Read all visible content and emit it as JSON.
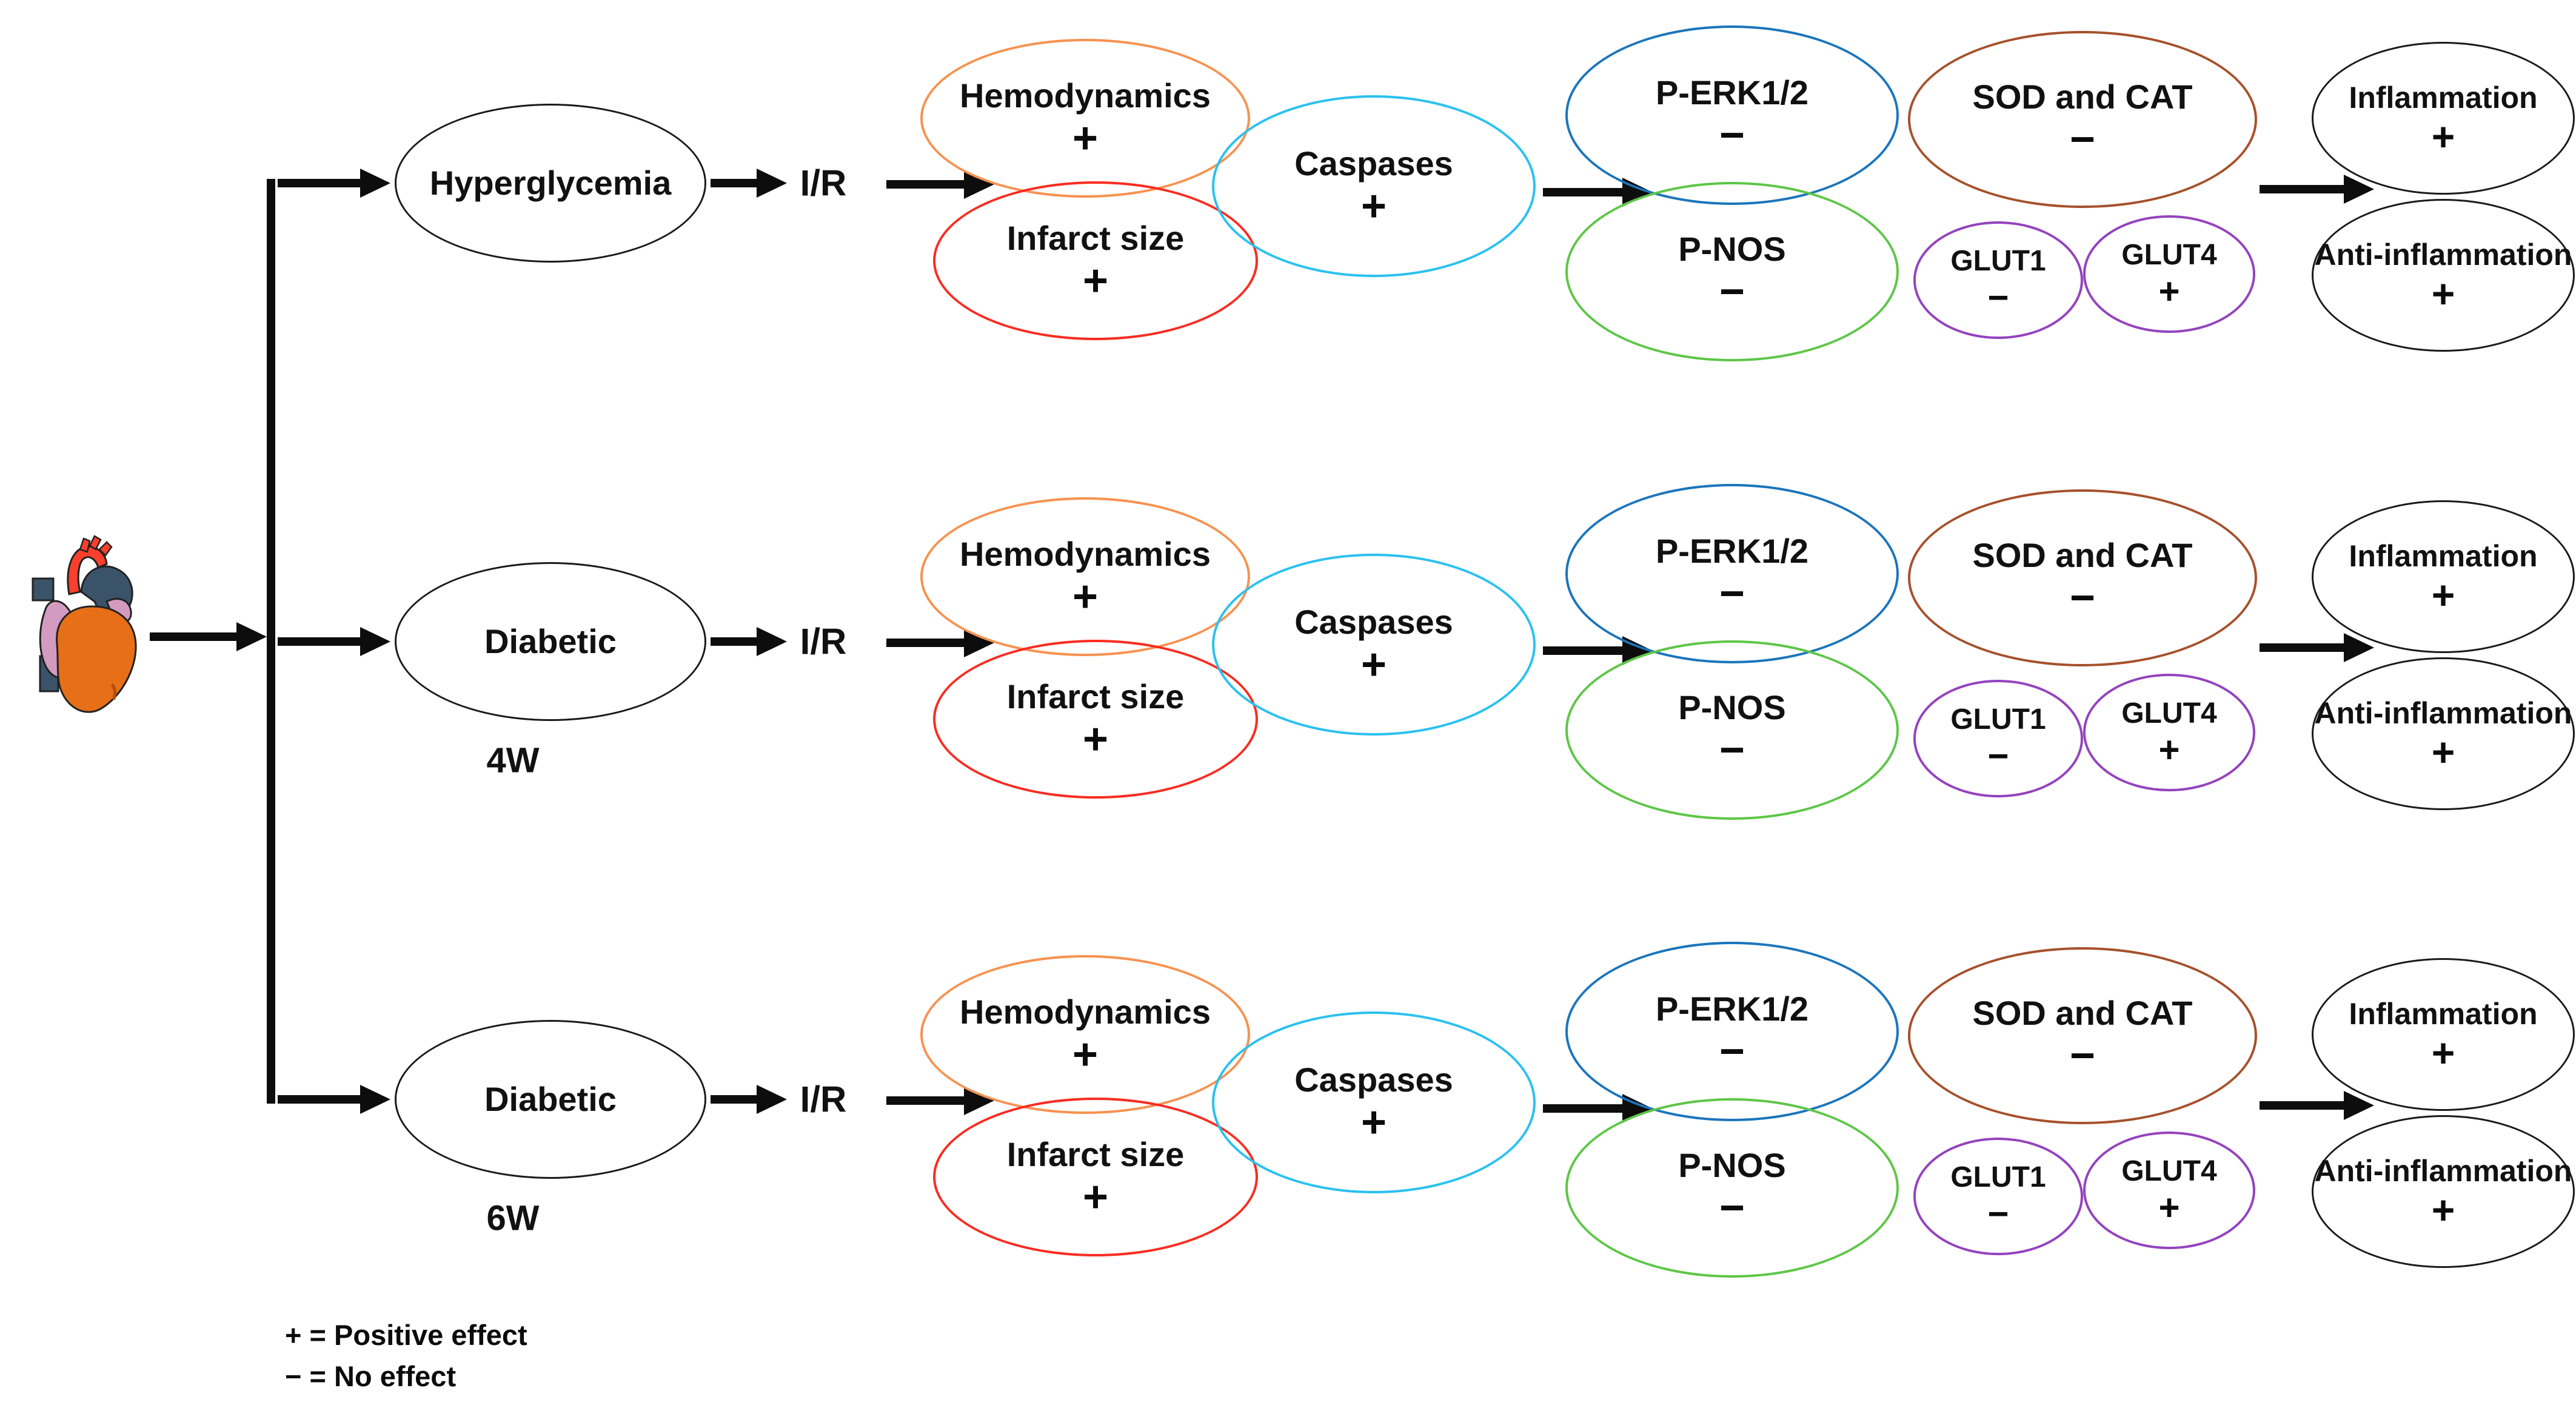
{
  "figure": {
    "description": "Pathway diagram of hyperglycemia and diabetic heart response to ischemia/reperfusion",
    "ir_label": "I/R"
  },
  "colors": {
    "black": "#1a1a1a",
    "arrow": "#0d0d0d",
    "orange": "#f79250",
    "red": "#f92c21",
    "cyan": "#2ac1f0",
    "blue": "#1b75bc",
    "green": "#5ec648",
    "brown": "#a6512c",
    "purple": "#9443be",
    "heart_body": "#e76f17",
    "heart_vessel": "#3a5368",
    "heart_aorta": "#f8402c",
    "heart_atrium": "#d49bc0"
  },
  "legend": {
    "line1": "+ = Positive effect",
    "line2": "− = No effect"
  },
  "rows": [
    {
      "condition": "Hyperglycemia",
      "duration": "",
      "ir": "I/R",
      "nodes": {
        "hemodynamics": {
          "label": "Hemodynamics",
          "sign": "+",
          "color": "#f79250"
        },
        "infarct": {
          "label": "Infarct size",
          "sign": "+",
          "color": "#f92c21"
        },
        "caspases": {
          "label": "Caspases",
          "sign": "+",
          "color": "#2ac1f0"
        },
        "perk": {
          "label": "P-ERK1/2",
          "sign": "−",
          "color": "#1b75bc"
        },
        "pnos": {
          "label": "P-NOS",
          "sign": "−",
          "color": "#5ec648"
        },
        "sod": {
          "label": "SOD and CAT",
          "sign": "−",
          "color": "#a6512c"
        },
        "glut1": {
          "label": "GLUT1",
          "sign": "−",
          "color": "#9443be"
        },
        "glut4": {
          "label": "GLUT4",
          "sign": "+",
          "color": "#9443be"
        },
        "inflammation": {
          "label": "Inflammation",
          "sign": "+",
          "color": "#1a1a1a"
        },
        "anti": {
          "label": "Anti-inflammation",
          "sign": "+",
          "color": "#1a1a1a"
        }
      }
    },
    {
      "condition": "Diabetic",
      "duration": "4W",
      "ir": "I/R",
      "nodes": {
        "hemodynamics": {
          "label": "Hemodynamics",
          "sign": "+",
          "color": "#f79250"
        },
        "infarct": {
          "label": "Infarct size",
          "sign": "+",
          "color": "#f92c21"
        },
        "caspases": {
          "label": "Caspases",
          "sign": "+",
          "color": "#2ac1f0"
        },
        "perk": {
          "label": "P-ERK1/2",
          "sign": "−",
          "color": "#1b75bc"
        },
        "pnos": {
          "label": "P-NOS",
          "sign": "−",
          "color": "#5ec648"
        },
        "sod": {
          "label": "SOD and CAT",
          "sign": "−",
          "color": "#a6512c"
        },
        "glut1": {
          "label": "GLUT1",
          "sign": "−",
          "color": "#9443be"
        },
        "glut4": {
          "label": "GLUT4",
          "sign": "+",
          "color": "#9443be"
        },
        "inflammation": {
          "label": "Inflammation",
          "sign": "+",
          "color": "#1a1a1a"
        },
        "anti": {
          "label": "Anti-inflammation",
          "sign": "+",
          "color": "#1a1a1a"
        }
      }
    },
    {
      "condition": "Diabetic",
      "duration": "6W",
      "ir": "I/R",
      "nodes": {
        "hemodynamics": {
          "label": "Hemodynamics",
          "sign": "+",
          "color": "#f79250"
        },
        "infarct": {
          "label": "Infarct size",
          "sign": "+",
          "color": "#f92c21"
        },
        "caspases": {
          "label": "Caspases",
          "sign": "+",
          "color": "#2ac1f0"
        },
        "perk": {
          "label": "P-ERK1/2",
          "sign": "−",
          "color": "#1b75bc"
        },
        "pnos": {
          "label": "P-NOS",
          "sign": "−",
          "color": "#5ec648"
        },
        "sod": {
          "label": "SOD and CAT",
          "sign": "−",
          "color": "#a6512c"
        },
        "glut1": {
          "label": "GLUT1",
          "sign": "−",
          "color": "#9443be"
        },
        "glut4": {
          "label": "GLUT4",
          "sign": "+",
          "color": "#9443be"
        },
        "inflammation": {
          "label": "Inflammation",
          "sign": "+",
          "color": "#1a1a1a"
        },
        "anti": {
          "label": "Anti-inflammation",
          "sign": "+",
          "color": "#1a1a1a"
        }
      }
    }
  ]
}
